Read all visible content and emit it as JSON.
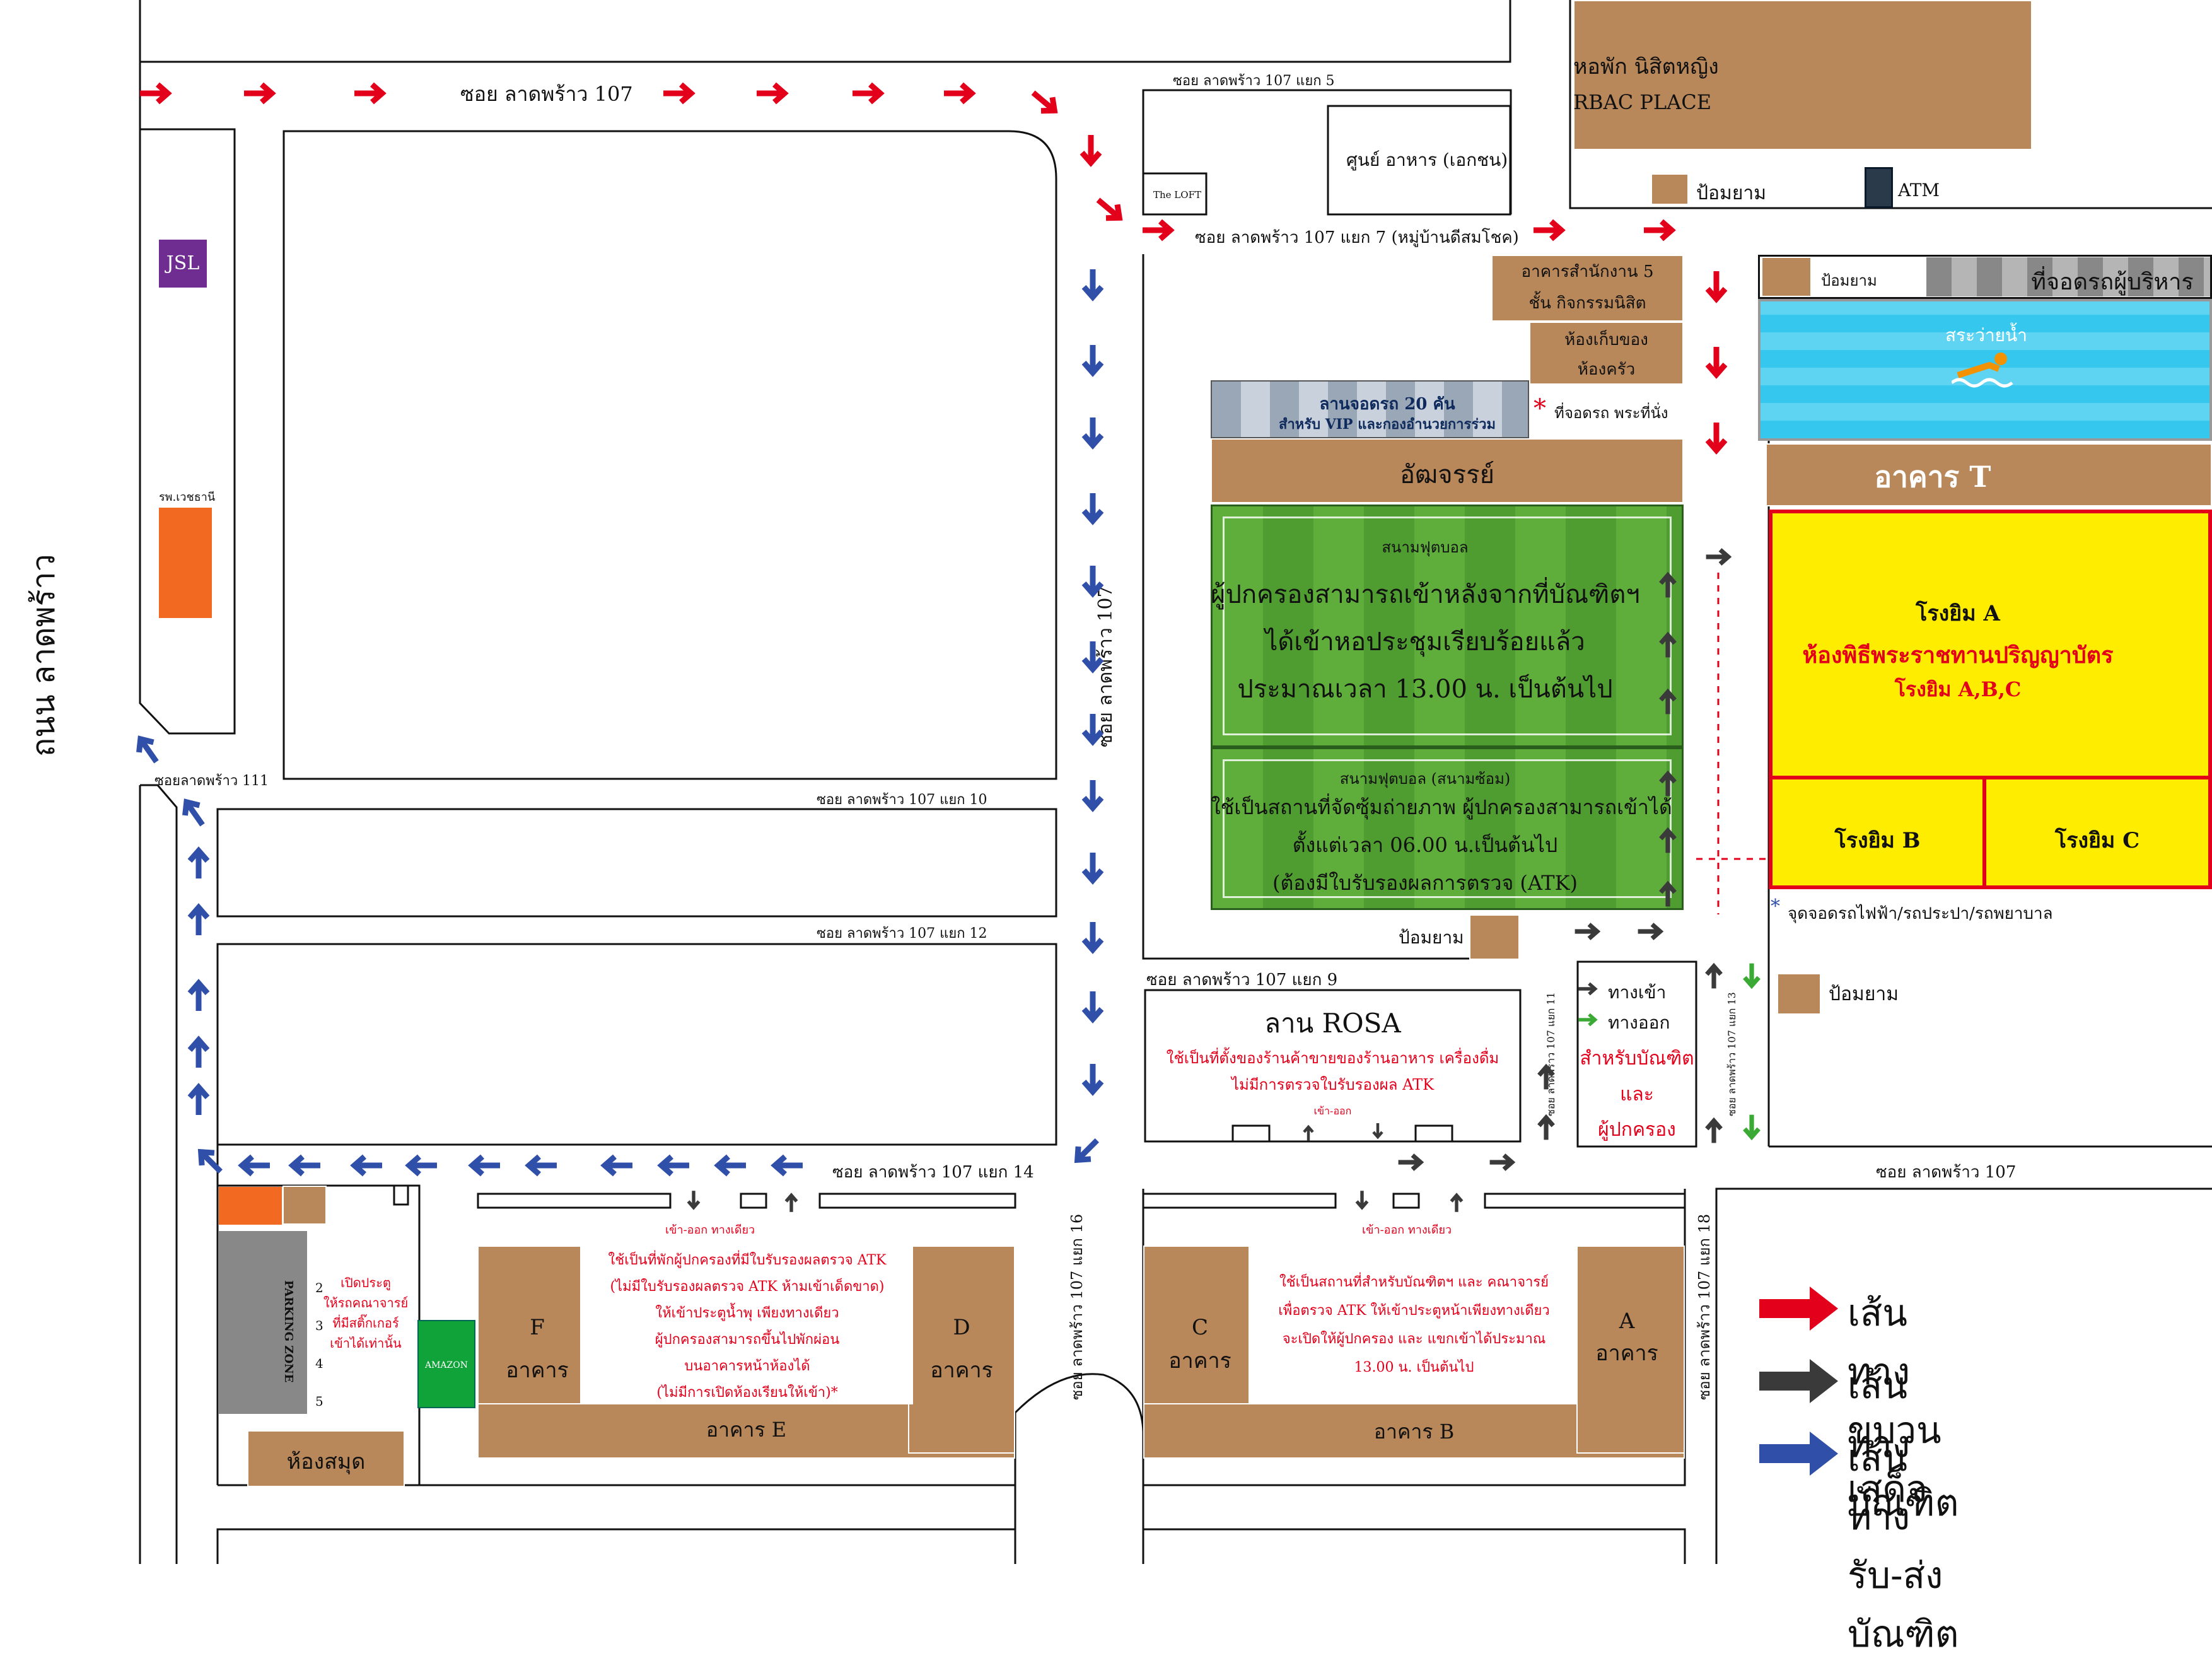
{
  "map": {
    "roads": {
      "main_road": "ถนน ลาดพร้าว",
      "soi_107_top": "ซอย ลาดพร้าว 107",
      "soi_107_5": "ซอย ลาดพร้าว 107 แยก 5",
      "soi_107_7": "ซอย ลาดพร้าว 107 แยก 7 (หมู่บ้านดีสมโชค)",
      "soi_107_vertical": "ซอย ลาดพร้าว 107",
      "soi_111": "ซอยลาดพร้าว 111",
      "soi_107_10": "ซอย ลาดพร้าว 107 แยก 10",
      "soi_107_12": "ซอย ลาดพร้าว 107 แยก 12",
      "soi_107_14": "ซอย ลาดพร้าว 107 แยก 14",
      "soi_107_9": "ซอย ลาดพร้าว 107 แยก 9",
      "soi_107_11": "ซอย ลาดพร้าว 107 แยก 11",
      "soi_107_13": "ซอย ลาดพร้าว 107 แยก 13",
      "soi_107_16": "ซอย ลาดพร้าว 107 แยก 16",
      "soi_107_18": "ซอย ลาดพร้าว 107 แยก 18",
      "soi_107_bottom": "ซอย ลาดพร้าว 107"
    },
    "places": {
      "jsl": "JSL",
      "hospital": "รพ.เวชธานี",
      "the_loft": "The LOFT",
      "food_center": "ศูนย์ อาหาร (เอกชน)",
      "dorm_line1": "หอพัก นิสิตหญิง",
      "dorm_line2": "RBAC PLACE",
      "guard_post": "ป้อมยาม",
      "atm": "ATM",
      "office_line1": "อาคารสำนักงาน 5",
      "office_line2": "ชั้น กิจกรรมนิสิต",
      "storage_line1": "ห้องเก็บของ",
      "storage_line2": "ห้องครัว",
      "vip_parking_line1": "ลานจอดรถ 20 คัน",
      "vip_parking_line2": "สำหรับ VIP และกองอำนวยการร่วม",
      "monk_parking": "ที่จอดรถ พระที่นั่ง",
      "exec_parking": "ที่จอดรถผู้บริหาร",
      "pool": "สระว่ายน้ำ",
      "atchara": "อัฒจรรย์",
      "building_t": "อาคาร T",
      "ev_parking": "จุดจอดรถไฟฟ้า/รถประปา/รถพยาบาล",
      "rosa": "ลาน ROSA",
      "library": "ห้องสมุด",
      "amazon": "AMAZON",
      "building_f": "F",
      "building_d": "D",
      "building_c": "C",
      "building_a": "A",
      "building_word": "อาคาร",
      "building_e": "อาคาร   E",
      "building_b": "อาคาร  B",
      "parking_zone": "PARKING ZONE",
      "gym_b": "โรงยิม B",
      "gym_c": "โรงยิม C",
      "parking_num_2": "2",
      "parking_num_3": "3",
      "parking_num_4": "4",
      "parking_num_5": "5"
    },
    "field_main": {
      "title": "สนามฟุตบอล",
      "line1": "ผู้ปกครองสามารถเข้าหลังจากที่บัณฑิตฯ",
      "line2": "ได้เข้าหอประชุมเรียบร้อยแล้ว",
      "line3": "ประมาณเวลา 13.00 น. เป็นต้นไป"
    },
    "field_practice": {
      "title": "สนามฟุตบอล (สนามซ้อม)",
      "line1": "ใช้เป็นสถานที่จัดซุ้มถ่ายภาพ ผู้ปกครองสามารถเข้าได้",
      "line2": "ตั้งแต่เวลา 06.00 น.เป็นต้นไป",
      "line3": "(ต้องมีใบรับรองผลการตรวจ (ATK)"
    },
    "gym_a": {
      "title": "โรงยิม A",
      "line1": "ห้องพิธีพระราชทานปริญญาบัตร",
      "line2": "โรงยิม A,B,C"
    },
    "rosa_note": {
      "line1": "ใช้เป็นที่ตั้งของร้านค้าขายของร้านอาหาร เครื่องดื่ม",
      "line2": "ไม่มีการตรวจใบรับรองผล ATK",
      "entry": "เข้า-ออก"
    },
    "entrance_panel": {
      "in": "ทางเข้า",
      "out": "ทางออก",
      "line1": "สำหรับบัณฑิต",
      "line2": "และ",
      "line3": "ผู้ปกครอง"
    },
    "gate_left": "เข้า-ออก ทางเดียว",
    "gate_right": "เข้า-ออก ทางเดียว",
    "left_note": {
      "line1": "ใช้เป็นที่พักผู้ปกครองที่มีใบรับรองผลตรวจ ATK",
      "line2": "(ไม่มีใบรับรองผลตรวจ ATK ห้ามเข้าเด็ดขาด)",
      "line3": "ให้เข้าประตูน้ำพุ เพียงทางเดียว",
      "line4": "ผู้ปกครองสามารถขึ้นไปพักผ่อน",
      "line5": "บนอาคารหน้าห้องได้",
      "line6": "(ไม่มีการเปิดห้องเรียนให้เข้า)*"
    },
    "right_note": {
      "line1": "ใช้เป็นสถานที่สำหรับบัณฑิตฯ และ คณาจารย์",
      "line2": "เพื่อตรวจ ATK ให้เข้าประตูหน้าเพียงทางเดียว",
      "line3": "จะเปิดให้ผู้ปกครอง และ แขกเข้าได้ประมาณ",
      "line4": "13.00 น. เป็นต้นไป"
    },
    "gate_note": {
      "line1": "เปิดประตู",
      "line2": "ให้รถคณาจารย์",
      "line3": "ที่มีสติ๊กเกอร์",
      "line4": "เข้าได้เท่านั้น"
    }
  },
  "legend": {
    "items": [
      {
        "label": "เส้นทางขบวนเสด็จ",
        "color": "#e3001b"
      },
      {
        "label": "เส้นทางบัณฑิต",
        "color": "#3a3a3a"
      },
      {
        "label": "เส้นทาง รับ-ส่ง บัณฑิต",
        "color": "#2f4fa8"
      }
    ]
  },
  "colors": {
    "procession": "#e3001b",
    "graduate": "#3a3a3a",
    "pickup": "#2f4fa8",
    "building": "#b8875a",
    "gym": "#ffed00",
    "entry_green": "#3aaa35"
  }
}
